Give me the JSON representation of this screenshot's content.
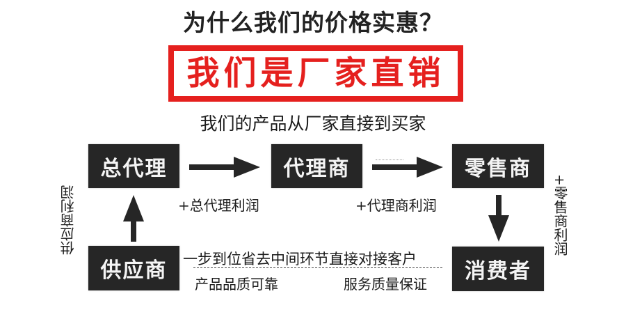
{
  "title": "为什么我们的价格实惠？",
  "banner": {
    "text": "我们是厂家直销",
    "color": "#e5201e"
  },
  "subtitle": "我们的产品从厂家直接到买家",
  "nodes": {
    "general_agent": "总代理",
    "agent": "代理商",
    "retailer": "零售商",
    "supplier": "供应商",
    "consumer": "消费者"
  },
  "labels": {
    "general_agent_profit": "+总代理利润",
    "agent_profit": "+代理商利润",
    "retailer_profit": "+零售商利润",
    "supplier_profit": "供应商利润",
    "direct_line": "一步到位省去中间环节直接对接客户",
    "quality": "产品品质可靠",
    "service": "服务质量保证"
  },
  "colors": {
    "node_bg": "#262626",
    "node_text": "#f4f4f4",
    "accent_red": "#e5201e"
  }
}
